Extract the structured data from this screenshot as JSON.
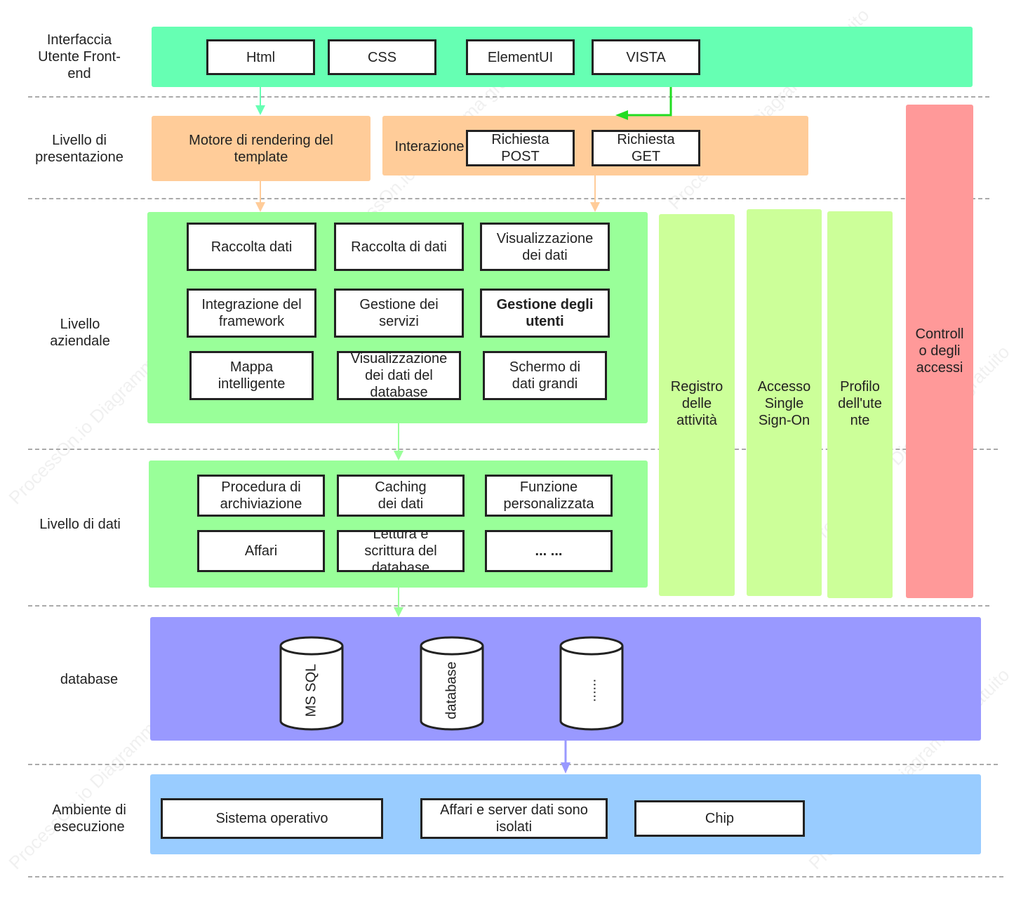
{
  "layers": {
    "frontend": "Interfaccia Utente Front-end",
    "presentation": "Livello di presentazione",
    "business": "Livello aziendale",
    "data": "Livello di dati",
    "database": "database",
    "runtime": "Ambiente di esecuzione"
  },
  "frontend": {
    "items": [
      "Html",
      "CSS",
      "ElementUI",
      "VISTA"
    ]
  },
  "presentation": {
    "template_engine": "Motore di rendering del template",
    "interaction_label": "Interazione",
    "post": "Richiesta POST",
    "get": "Richiesta GET"
  },
  "business": {
    "items": [
      "Raccolta dati",
      "Raccolta di dati",
      "Visualizzazione dei dati",
      "Integrazione del framework",
      "Gestione dei servizi",
      "Gestione degli utenti",
      "Mappa intelligente",
      "Visualizzazione dei dati del database",
      "Schermo di dati grandi"
    ]
  },
  "data": {
    "items": [
      "Procedura di archiviazione",
      "Caching dei dati",
      "Funzione personalizzata",
      "Affari",
      "Lettura e scrittura del database",
      "... ..."
    ]
  },
  "database": {
    "items": [
      "MS SQL",
      "database",
      "......"
    ]
  },
  "runtime": {
    "items": [
      "Sistema operativo",
      "Affari e server dati sono isolati",
      "Chip"
    ]
  },
  "side_columns": {
    "activity_log": "Registro delle attività",
    "sso": "Accesso Single Sign-On",
    "user_profile": "Profilo dell'utente",
    "access_control": "Controllo degli accessi"
  },
  "colors": {
    "frontend": "#66ffb3",
    "presentation": "#ffcc99",
    "business": "#99ff99",
    "side_green": "#ccff99",
    "access_control": "#ff9999",
    "database": "#9999ff",
    "runtime": "#99ccff"
  },
  "watermark": "ProcessOn.io Diagramma gratuito"
}
